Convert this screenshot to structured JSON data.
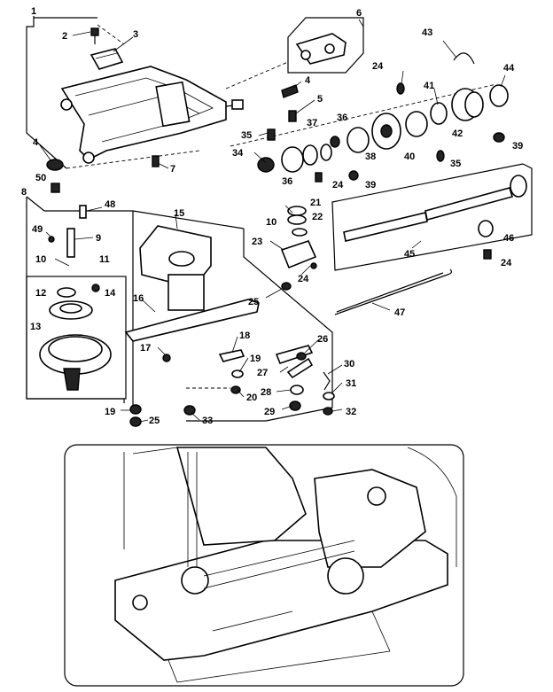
{
  "labels": [
    {
      "id": "1",
      "text": "1"
    },
    {
      "id": "2",
      "text": "2"
    },
    {
      "id": "3",
      "text": "3"
    },
    {
      "id": "4a",
      "text": "4"
    },
    {
      "id": "4b",
      "text": "4"
    },
    {
      "id": "5",
      "text": "5"
    },
    {
      "id": "6",
      "text": "6"
    },
    {
      "id": "7",
      "text": "7"
    },
    {
      "id": "8",
      "text": "8"
    },
    {
      "id": "9",
      "text": "9"
    },
    {
      "id": "10a",
      "text": "10"
    },
    {
      "id": "10b",
      "text": "10"
    },
    {
      "id": "11",
      "text": "11"
    },
    {
      "id": "12",
      "text": "12"
    },
    {
      "id": "13",
      "text": "13"
    },
    {
      "id": "14",
      "text": "14"
    },
    {
      "id": "15",
      "text": "15"
    },
    {
      "id": "16",
      "text": "16"
    },
    {
      "id": "17",
      "text": "17"
    },
    {
      "id": "18",
      "text": "18"
    },
    {
      "id": "19a",
      "text": "19"
    },
    {
      "id": "19b",
      "text": "19"
    },
    {
      "id": "20",
      "text": "20"
    },
    {
      "id": "21",
      "text": "21"
    },
    {
      "id": "22",
      "text": "22"
    },
    {
      "id": "23",
      "text": "23"
    },
    {
      "id": "24a",
      "text": "24"
    },
    {
      "id": "24b",
      "text": "24"
    },
    {
      "id": "24c",
      "text": "24"
    },
    {
      "id": "24d",
      "text": "24"
    },
    {
      "id": "25a",
      "text": "25"
    },
    {
      "id": "25b",
      "text": "25"
    },
    {
      "id": "26",
      "text": "26"
    },
    {
      "id": "27",
      "text": "27"
    },
    {
      "id": "28",
      "text": "28"
    },
    {
      "id": "29",
      "text": "29"
    },
    {
      "id": "30",
      "text": "30"
    },
    {
      "id": "31",
      "text": "31"
    },
    {
      "id": "32",
      "text": "32"
    },
    {
      "id": "33",
      "text": "33"
    },
    {
      "id": "34",
      "text": "34"
    },
    {
      "id": "35a",
      "text": "35"
    },
    {
      "id": "35b",
      "text": "35"
    },
    {
      "id": "36a",
      "text": "36"
    },
    {
      "id": "36b",
      "text": "36"
    },
    {
      "id": "37",
      "text": "37"
    },
    {
      "id": "38",
      "text": "38"
    },
    {
      "id": "39a",
      "text": "39"
    },
    {
      "id": "39b",
      "text": "39"
    },
    {
      "id": "40",
      "text": "40"
    },
    {
      "id": "41",
      "text": "41"
    },
    {
      "id": "42",
      "text": "42"
    },
    {
      "id": "43",
      "text": "43"
    },
    {
      "id": "44",
      "text": "44"
    },
    {
      "id": "45",
      "text": "45"
    },
    {
      "id": "46",
      "text": "46"
    },
    {
      "id": "47",
      "text": "47"
    },
    {
      "id": "48",
      "text": "48"
    },
    {
      "id": "49",
      "text": "49"
    },
    {
      "id": "50",
      "text": "50"
    }
  ],
  "colors": {
    "ink": "#000000",
    "paper": "#ffffff"
  }
}
